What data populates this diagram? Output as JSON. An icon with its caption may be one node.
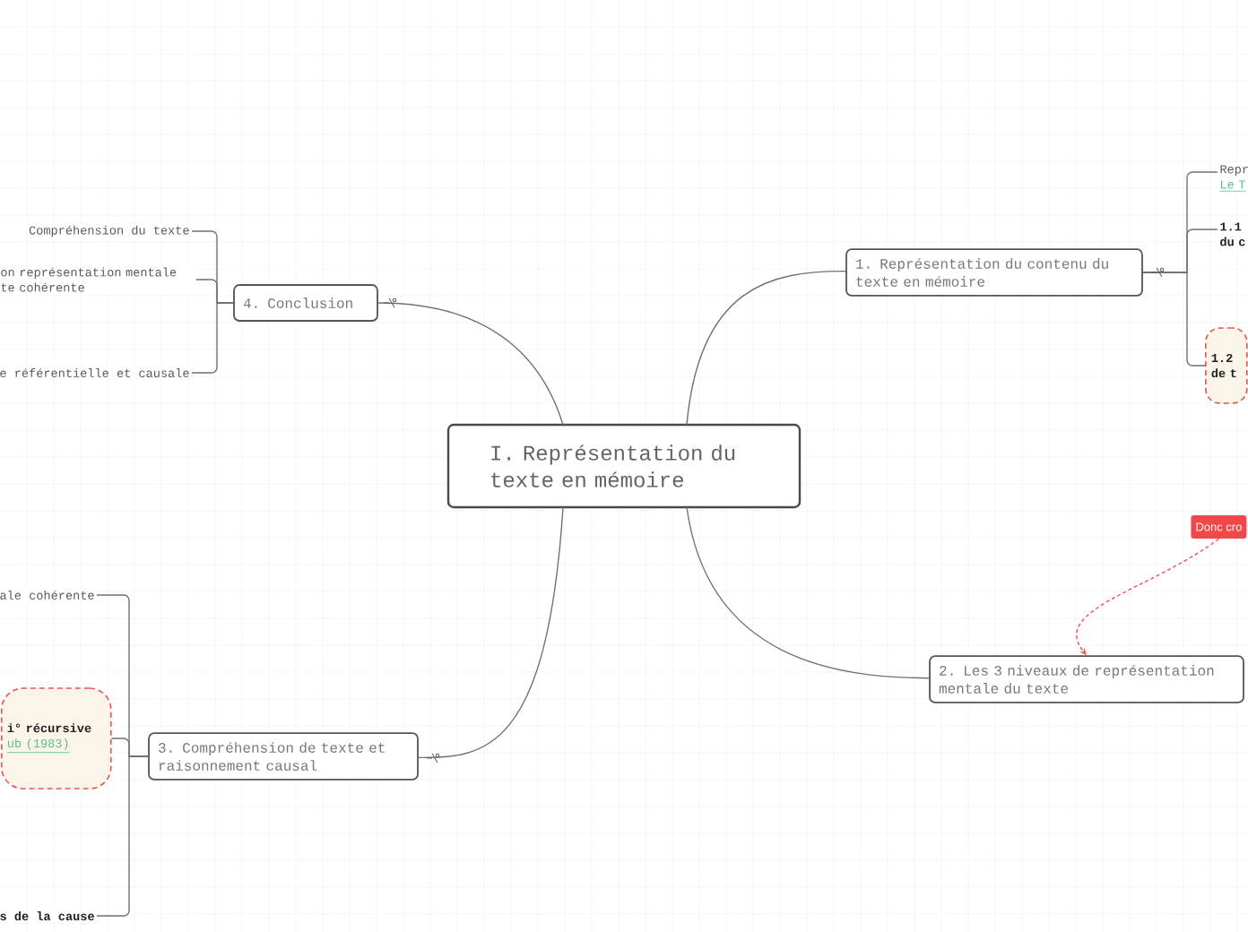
{
  "diagram": {
    "nodes": [
      {
        "text": [
          "I. Représentation du texte en mémoire"
        ]
      },
      {
        "text": [
          "1. Représentation du contenu du texte en mémoire"
        ]
      },
      {
        "text": [
          "2. Les 3 niveaux de représentation mentale du texte"
        ]
      },
      {
        "text": [
          "3. Compréhension de texte et raisonnement causal"
        ]
      },
      {
        "text": [
          "4. Conclusion"
        ]
      },
      {
        "text": [
          "Compréhension du texte"
        ]
      },
      {
        "text": [
          "on représentation mentale te cohérente"
        ]
      },
      {
        "text": [
          "e référentielle et causale"
        ]
      },
      {
        "text": [
          "ale cohérente"
        ]
      },
      {
        "text": [
          "i° récursive",
          "ub (1983)"
        ]
      },
      {
        "text": [
          "s de la cause"
        ]
      },
      {
        "text": [
          "Repr",
          "Le T"
        ]
      },
      {
        "text": [
          "1.1 du c"
        ]
      },
      {
        "text": [
          "1.2 de t"
        ]
      },
      {
        "text": [
          "Donc cro"
        ]
      }
    ],
    "edges": [
      {
        "from": 0,
        "to": 1,
        "arrow": "none"
      },
      {
        "from": 0,
        "to": 2,
        "arrow": "none"
      },
      {
        "from": 0,
        "to": 3,
        "arrow": "none"
      },
      {
        "from": 0,
        "to": 4,
        "arrow": "none"
      },
      {
        "from": 4,
        "to": 5,
        "arrow": "none"
      },
      {
        "from": 4,
        "to": 6,
        "arrow": "none"
      },
      {
        "from": 4,
        "to": 7,
        "arrow": "none"
      },
      {
        "from": 3,
        "to": 8,
        "arrow": "none"
      },
      {
        "from": 3,
        "to": 9,
        "arrow": "none"
      },
      {
        "from": 3,
        "to": 10,
        "arrow": "none"
      },
      {
        "from": 1,
        "to": 11,
        "arrow": "none"
      },
      {
        "from": 1,
        "to": 12,
        "arrow": "none"
      },
      {
        "from": 1,
        "to": 13,
        "arrow": "none"
      },
      {
        "from": 14,
        "to": 2,
        "arrow": "to",
        "style": "dashed",
        "color": "#f05050"
      }
    ]
  }
}
